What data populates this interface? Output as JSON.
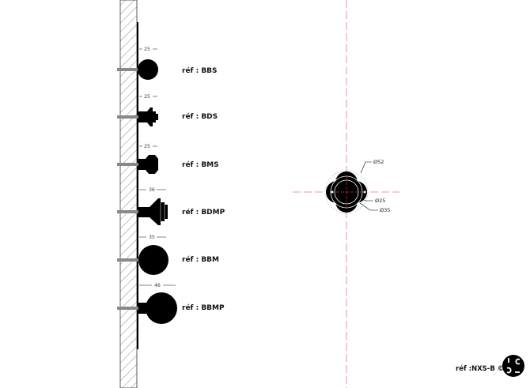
{
  "side_view": {
    "items": [
      {
        "ref": "réf : BBS",
        "dimension": "25"
      },
      {
        "ref": "réf : BDS",
        "dimension": "25"
      },
      {
        "ref": "réf : BMS",
        "dimension": "25"
      },
      {
        "ref": "réf : BDMP",
        "dimension": "36"
      },
      {
        "ref": "réf : BBM",
        "dimension": "35"
      },
      {
        "ref": "réf : BBMP",
        "dimension": "46"
      }
    ]
  },
  "front_view": {
    "outer_diameter": "Ø52",
    "inner_diameter": "Ø25",
    "mid_diameter": "Ø35"
  },
  "footer": {
    "ref": "réf :NXS-B ©",
    "logo_text": "ICC"
  },
  "colors": {
    "axis": "#e87a8a",
    "ink": "#000000"
  }
}
